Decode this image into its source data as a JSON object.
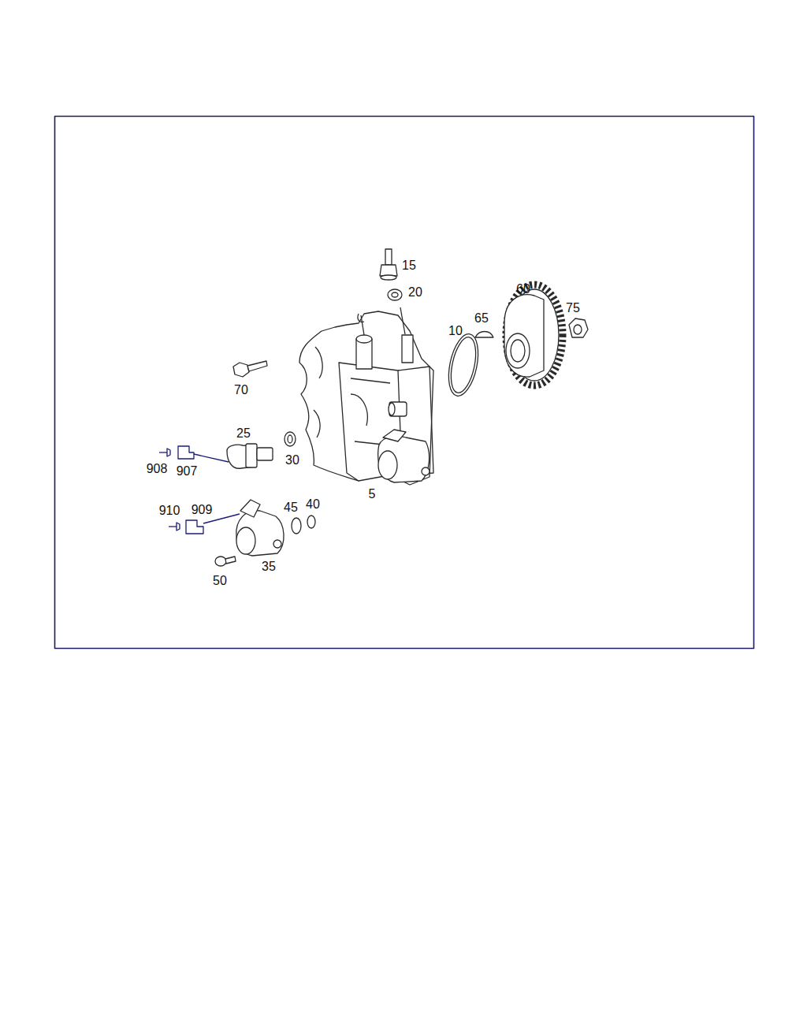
{
  "diagram": {
    "labels": [
      "15",
      "20",
      "60",
      "10",
      "65",
      "75",
      "70",
      "25",
      "30",
      "908",
      "907",
      "5",
      "910",
      "909",
      "45",
      "40",
      "35",
      "50"
    ]
  }
}
